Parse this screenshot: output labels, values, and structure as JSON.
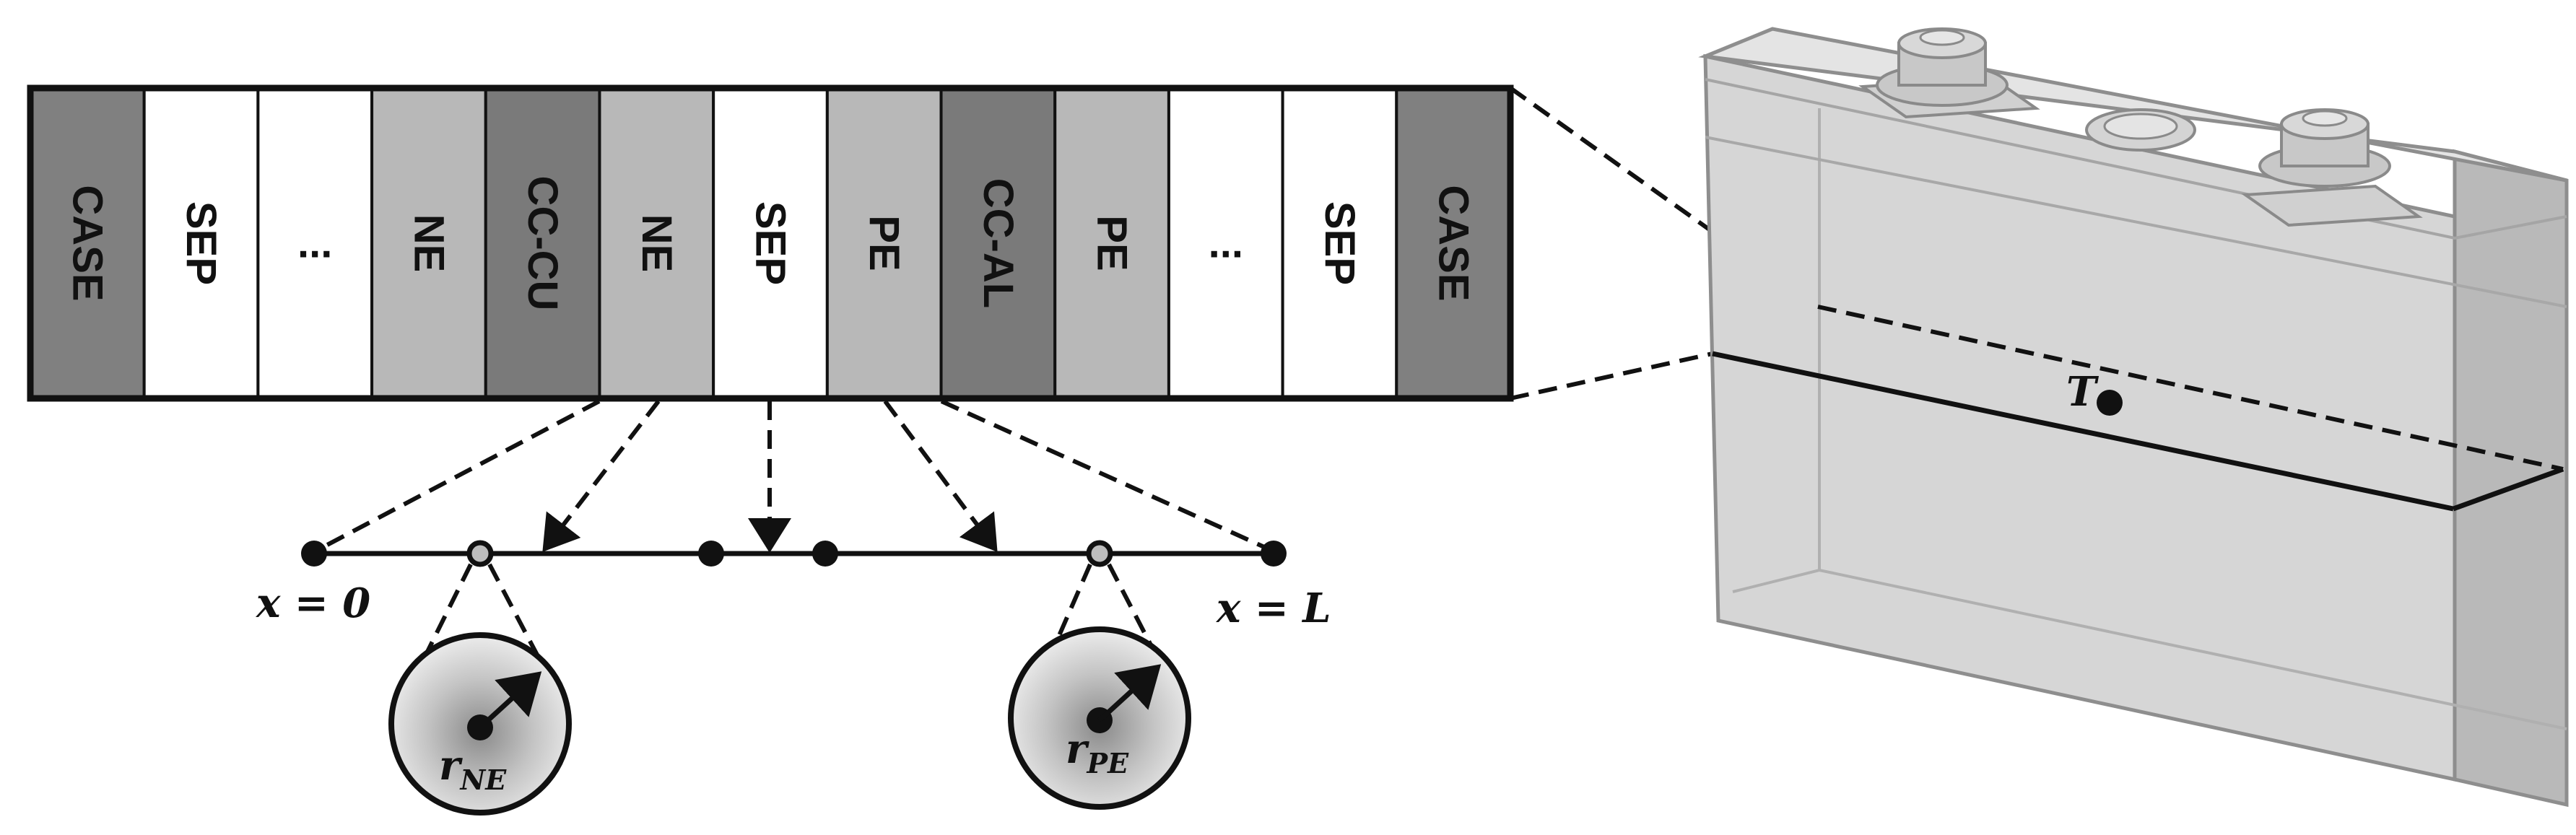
{
  "colors": {
    "case": "#808080",
    "electrode": "#b8b8b8",
    "separator": "#ffffff",
    "cc_cu": "#7a7a7a",
    "cc_al": "#7a7a7a",
    "outline": "#111111",
    "cell_body": "#d9d9d9",
    "cell_edge": "#9a9a9a"
  },
  "layers": [
    {
      "label": "CASE",
      "kind": "case"
    },
    {
      "label": "SEP",
      "kind": "separator"
    },
    {
      "label": "...",
      "kind": "separator"
    },
    {
      "label": "NE",
      "kind": "electrode"
    },
    {
      "label": "CC-CU",
      "kind": "cc_cu"
    },
    {
      "label": "NE",
      "kind": "electrode"
    },
    {
      "label": "SEP",
      "kind": "separator"
    },
    {
      "label": "PE",
      "kind": "electrode"
    },
    {
      "label": "CC-AL",
      "kind": "cc_al"
    },
    {
      "label": "PE",
      "kind": "electrode"
    },
    {
      "label": "...",
      "kind": "separator"
    },
    {
      "label": "SEP",
      "kind": "separator"
    },
    {
      "label": "CASE",
      "kind": "case"
    }
  ],
  "axis_labels": {
    "start": "x = 0",
    "end": "x = L"
  },
  "particles": {
    "ne_radius_label": "r",
    "ne_radius_sub": "NE",
    "pe_radius_label": "r",
    "pe_radius_sub": "PE"
  },
  "cell": {
    "temperature_label": "T"
  }
}
